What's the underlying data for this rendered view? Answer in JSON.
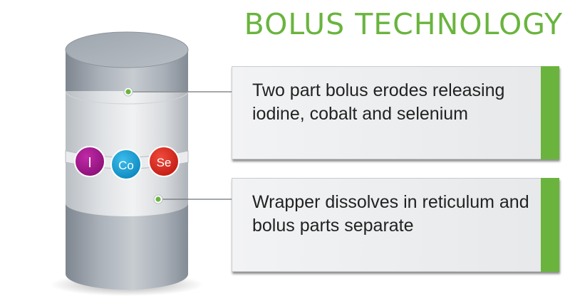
{
  "title": "BOLUS TECHNOLOGY",
  "elements": {
    "iodine": "I",
    "cobalt": "Co",
    "selenium": "Se"
  },
  "callouts": [
    {
      "text": "Two part bolus erodes releasing iodine, cobalt and selenium"
    },
    {
      "text": "Wrapper dissolves in reticulum and bolus parts separate"
    }
  ],
  "colors": {
    "accent": "#6ab43e",
    "iodine": "#a1158c",
    "cobalt": "#11a1dc",
    "selenium": "#e02a1f"
  }
}
